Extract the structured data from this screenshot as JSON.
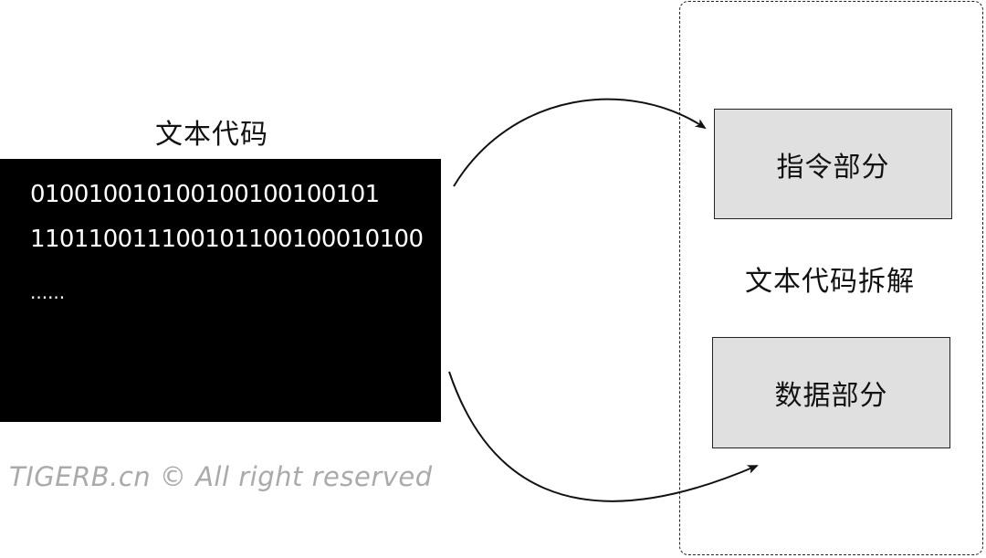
{
  "left": {
    "title": "文本代码",
    "code_lines": [
      "010010010100100100100101",
      "110110011100101100100010100",
      "......"
    ]
  },
  "right": {
    "instruction_label": "指令部分",
    "split_label": "文本代码拆解",
    "data_label": "数据部分"
  },
  "watermark": "TIGERB.cn © All right reserved",
  "colors": {
    "code_background": "#000000",
    "code_text": "#ffffff",
    "part_box_fill": "#e0e0e0",
    "watermark": "#aaaaaa"
  }
}
